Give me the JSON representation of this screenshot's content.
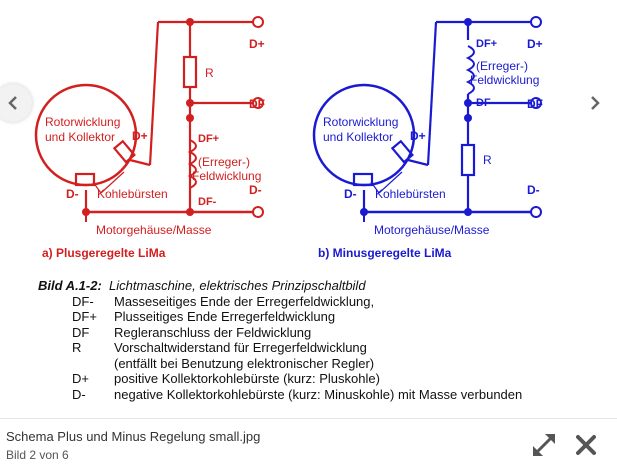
{
  "diagram": {
    "left": {
      "rotor_line1": "Rotorwicklung",
      "rotor_line2": "und Kollektor",
      "brushes": "Kohlebürsten",
      "ground": "Motorgehäuse/Masse",
      "caption": "a) Plusgeregelte LiMa",
      "dplus_rotor": "D+",
      "dminus_rotor": "D-",
      "resistor": "R",
      "field_line1": "(Erreger-)",
      "field_line2": "Feldwicklung",
      "dfplus": "DF+",
      "dfminus": "DF-",
      "term_dplus": "D+",
      "term_df": "DF",
      "term_dminus": "D-"
    },
    "right": {
      "rotor_line1": "Rotorwicklung",
      "rotor_line2": "und Kollektor",
      "brushes": "Kohlebürsten",
      "ground": "Motorgehäuse/Masse",
      "caption": "b) Minusgeregelte LiMa",
      "dplus_rotor": "D+",
      "dminus_rotor": "D-",
      "resistor": "R",
      "field_line1": "(Erreger-)",
      "field_line2": "Feldwicklung",
      "dfplus": "DF+",
      "dfminus": "DF-",
      "term_dplus": "D+",
      "term_df": "DF",
      "term_dminus": "D-"
    },
    "colors": {
      "left": "#d21f1f",
      "right": "#1a1ad2"
    }
  },
  "caption": {
    "title_bold": "Bild A.1-2:",
    "title_text": "Lichtmaschine, elektrisches Prinzipschaltbild",
    "legend": [
      {
        "key": "DF-",
        "value": "Masseseitiges Ende der Erregerfeldwicklung,"
      },
      {
        "key": "DF+",
        "value": "Plusseitiges Ende Erregerfeldwicklung"
      },
      {
        "key": "DF",
        "value": "Regleranschluss der Feldwicklung"
      },
      {
        "key": "R",
        "value": "Vorschaltwiderstand für Erregerfeldwicklung"
      },
      {
        "key": "",
        "value": "(entfällt bei Benutzung elektronischer Regler)"
      },
      {
        "key": "D+",
        "value": "positive Kollektorkohlebürste    (kurz: Pluskohle)"
      },
      {
        "key": "D-",
        "value": "negative Kollektorkohlebürste (kurz: Minuskohle) mit Masse verbunden"
      }
    ]
  },
  "viewer": {
    "file_title": "Schema Plus und Minus Regelung small.jpg",
    "counter": "Bild 2 von 6",
    "icons": {
      "prev": "chevron-left-icon",
      "next": "chevron-right-icon",
      "expand": "expand-icon",
      "close": "close-icon"
    }
  }
}
